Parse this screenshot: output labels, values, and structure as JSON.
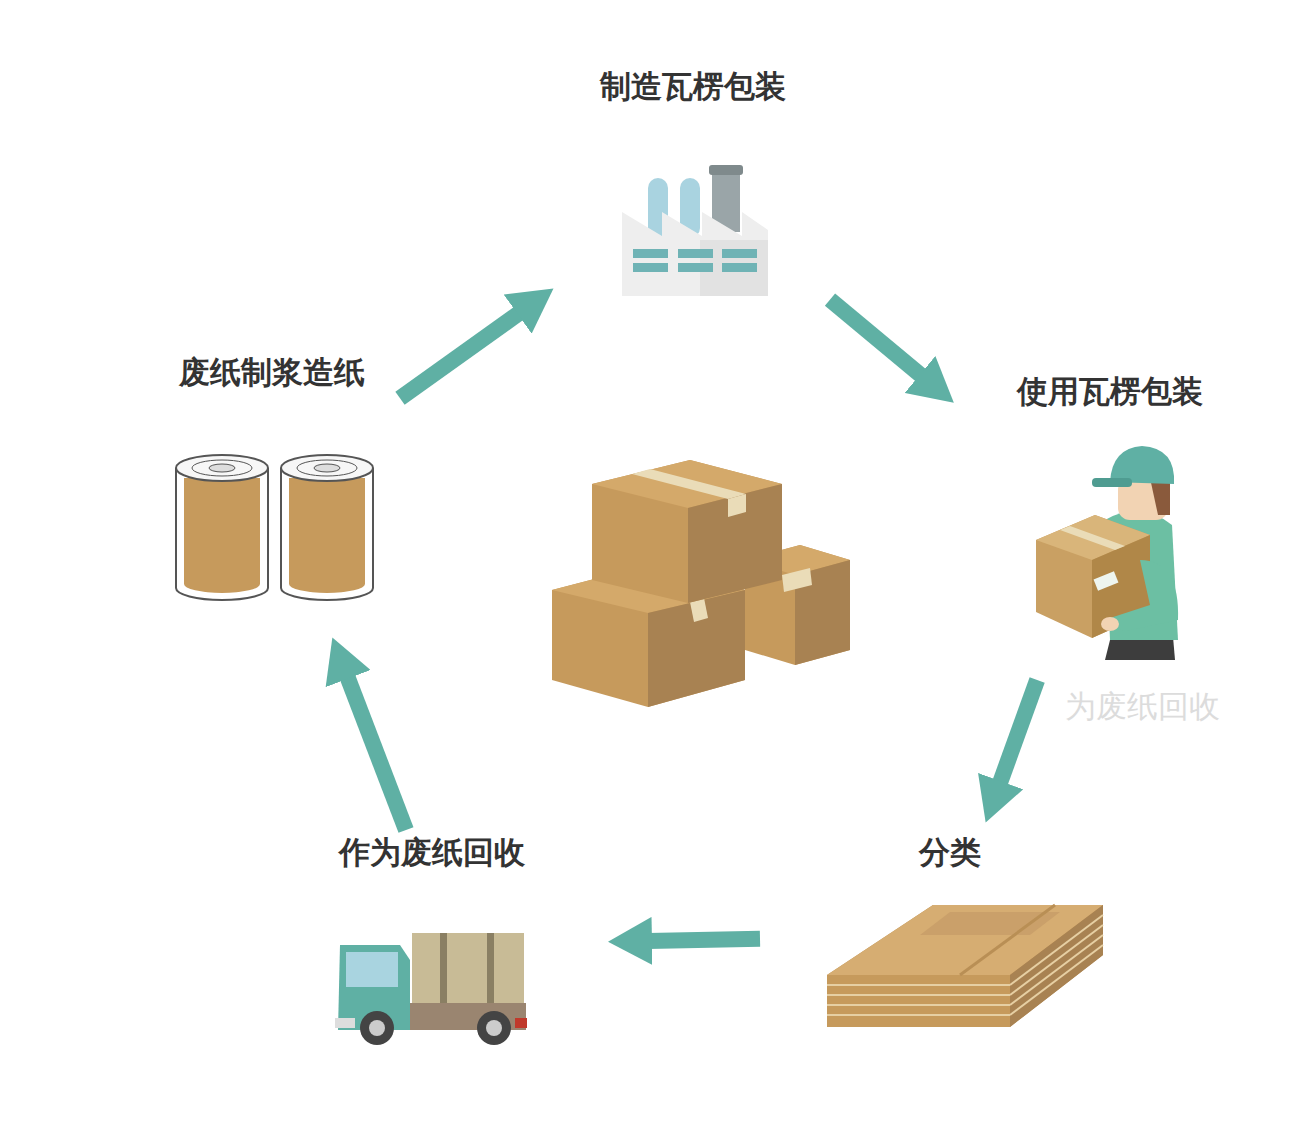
{
  "diagram": {
    "nodes": [
      {
        "text": [
          "制造瓦楞包装"
        ]
      },
      {
        "text": [
          "使用瓦楞包装"
        ]
      },
      {
        "text": [
          "分类"
        ]
      },
      {
        "text": [
          "作为废纸回收"
        ]
      },
      {
        "text": [
          "废纸制浆造纸"
        ]
      }
    ],
    "edges": [
      {
        "from": 0,
        "to": 1,
        "arrow": "to"
      },
      {
        "from": 1,
        "to": 2,
        "arrow": "to"
      },
      {
        "from": 2,
        "to": 3,
        "arrow": "to"
      },
      {
        "from": 3,
        "to": 4,
        "arrow": "to"
      },
      {
        "from": 4,
        "to": 0,
        "arrow": "to"
      }
    ],
    "labels": [
      "为废纸回收"
    ]
  }
}
